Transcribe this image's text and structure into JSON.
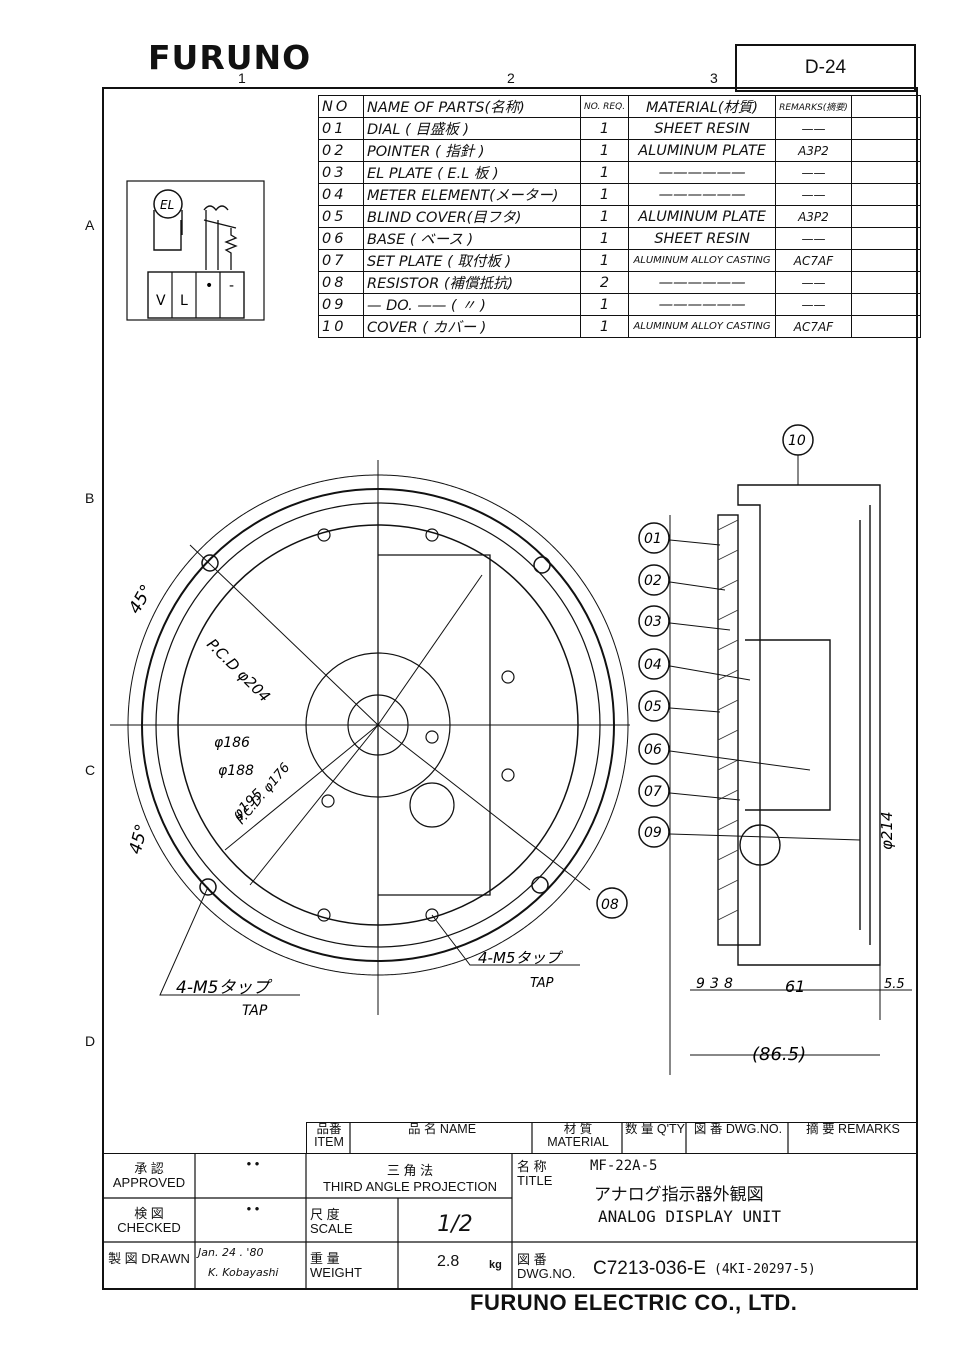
{
  "header": {
    "logo": "FURUNO",
    "drawing_code": "D-24"
  },
  "grid": {
    "columns": [
      "1",
      "2",
      "3"
    ],
    "rows": [
      "A",
      "B",
      "C",
      "D"
    ]
  },
  "parts_table": {
    "header": {
      "no": "NO",
      "name": "NAME OF PARTS(名称)",
      "qty": "NO. REQ.",
      "material": "MATERIAL(材質)",
      "remarks": "REMARKS(摘要)"
    },
    "rows": [
      {
        "no": "01",
        "name": "DIAL ( 目盛板 )",
        "qty": "1",
        "material": "SHEET RESIN",
        "remarks": "——"
      },
      {
        "no": "02",
        "name": "POINTER ( 指針 )",
        "qty": "1",
        "material": "ALUMINUM PLATE",
        "remarks": "A3P2"
      },
      {
        "no": "03",
        "name": "EL PLATE ( E.L 板 )",
        "qty": "1",
        "material": "——————",
        "remarks": "——"
      },
      {
        "no": "04",
        "name": "METER ELEMENT(メーター)",
        "qty": "1",
        "material": "——————",
        "remarks": "——"
      },
      {
        "no": "05",
        "name": "BLIND COVER(目フタ)",
        "qty": "1",
        "material": "ALUMINUM PLATE",
        "remarks": "A3P2"
      },
      {
        "no": "06",
        "name": "BASE ( ベース )",
        "qty": "1",
        "material": "SHEET RESIN",
        "remarks": "——"
      },
      {
        "no": "07",
        "name": "SET PLATE ( 取付板 )",
        "qty": "1",
        "material": "ALUMINUM ALLOY CASTING",
        "remarks": "AC7AF"
      },
      {
        "no": "08",
        "name": "RESISTOR (補償抵抗)",
        "qty": "2",
        "material": "——————",
        "remarks": "——"
      },
      {
        "no": "09",
        "name": "— DO. —— ( 〃 )",
        "qty": "1",
        "material": "——————",
        "remarks": "——"
      },
      {
        "no": "10",
        "name": "COVER ( カバー )",
        "qty": "1",
        "material": "ALUMINUM ALLOY CASTING",
        "remarks": "AC7AF"
      }
    ]
  },
  "schematic": {
    "el": "EL",
    "terminals": [
      "V",
      "L",
      "•",
      "-"
    ]
  },
  "front_view": {
    "pcd_outer": "P.C.D φ204",
    "pcd_inner": "P.C.D. φ176",
    "dims": [
      "φ186",
      "φ188",
      "φ195"
    ],
    "angle_top": "45°",
    "angle_bottom": "45°",
    "tap_left": "4-M5タップ",
    "tap_left_en": "TAP",
    "tap_right": "4-M5タップ",
    "tap_right_en": "TAP",
    "callout_08": "08"
  },
  "side_view": {
    "callouts": [
      "01",
      "02",
      "03",
      "04",
      "05",
      "06",
      "07",
      "09",
      "10"
    ],
    "diameter": "φ214",
    "dim_a": "9",
    "dim_b": "3",
    "dim_c": "8",
    "dim_61": "61",
    "dim_55": "5.5",
    "dim_total": "(86.5)"
  },
  "title_block": {
    "columns": {
      "item": "品番 ITEM",
      "name": "品 名 NAME",
      "material": "材 質 MATERIAL",
      "qty": "数 量 Q'TY",
      "dwg_no": "図 番 DWG.NO.",
      "remarks": "摘 要 REMARKS"
    },
    "approved_label": "承 認 APPROVED",
    "checked_label": "検 図 CHECKED",
    "drawn_label": "製 図 DRAWN",
    "approved_value": "• •",
    "checked_value": "• •",
    "drawn_value": "Jan. 24 . '80",
    "drawn_by": "K. Kobayashi",
    "projection_jp": "三 角 法",
    "projection": "THIRD ANGLE PROJECTION",
    "scale_label": "尺 度 SCALE",
    "scale": "1/2",
    "weight_label": "重 量 WEIGHT",
    "weight": "2.8",
    "weight_unit": "kg",
    "title_label": "名 称 TITLE",
    "model": "MF-22A-5",
    "title_jp": "アナログ指示器外観図",
    "title_en": "ANALOG DISPLAY UNIT",
    "dwg_label": "図 番 DWG.NO.",
    "dwg_no": "C7213-036-E",
    "dwg_ref": "(4KI-20297-5)"
  },
  "footer": {
    "company": "FURUNO ELECTRIC CO., LTD."
  }
}
